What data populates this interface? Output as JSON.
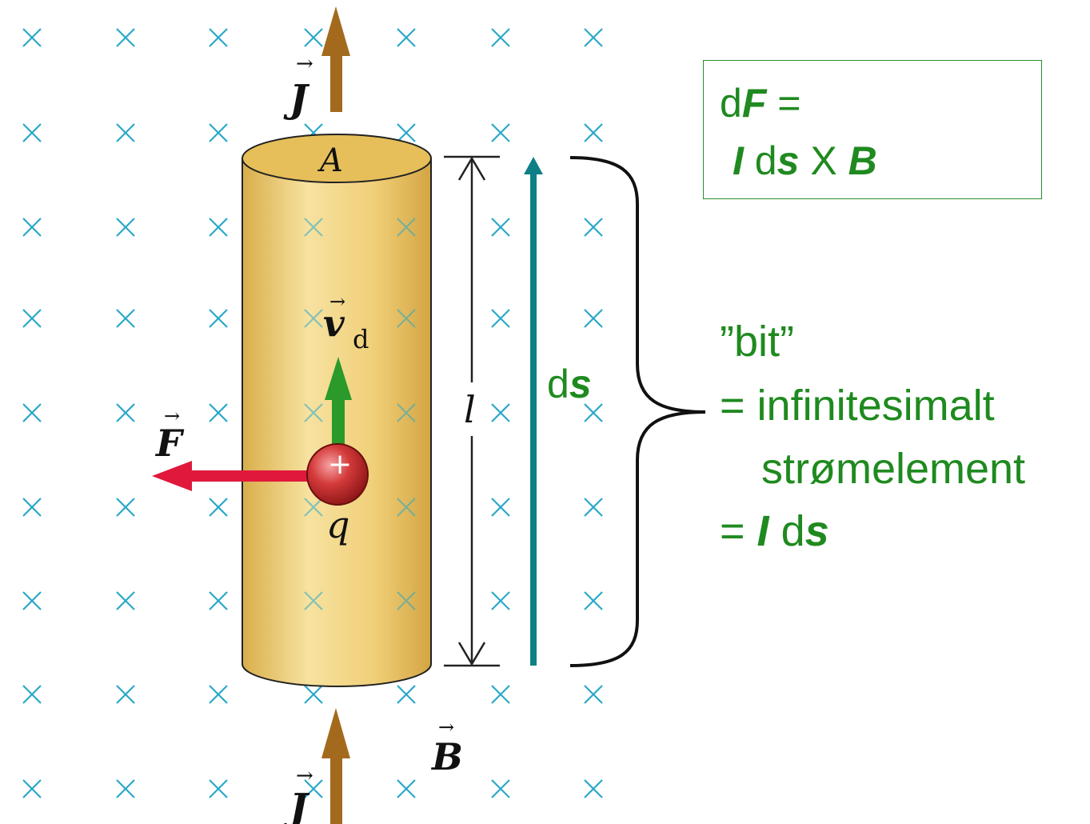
{
  "field": {
    "symbol": "×",
    "color": "#2aa8c8"
  },
  "labels": {
    "j_top": "J",
    "j_bottom": "J",
    "area": "A",
    "velocity_main": "v",
    "velocity_sub": "d",
    "force": "F",
    "charge": "q",
    "charge_sign": "+",
    "length": "l",
    "field_b": "B",
    "ds_d": "d",
    "ds_s": "s"
  },
  "formula": {
    "line1_d": "d",
    "line1_F": "F",
    "line1_eq": " =",
    "line2_I": "I",
    "line2_d": " d",
    "line2_s": "s",
    "line2_x": " X ",
    "line2_B": "B"
  },
  "note": {
    "line1": "”bit”",
    "line2": "= infinitesimalt",
    "line3": "strømelement",
    "line4_eq": "= ",
    "line4_I": "I",
    "line4_d": " d",
    "line4_s": "s"
  },
  "colors": {
    "text_green": "#1f8a1f",
    "current_arrow": "#a36a1e",
    "velocity_arrow": "#2a9a2a",
    "force_arrow": "#e0193c",
    "ds_arrow": "#0e7f86",
    "cylinder": "#f0cf78"
  }
}
